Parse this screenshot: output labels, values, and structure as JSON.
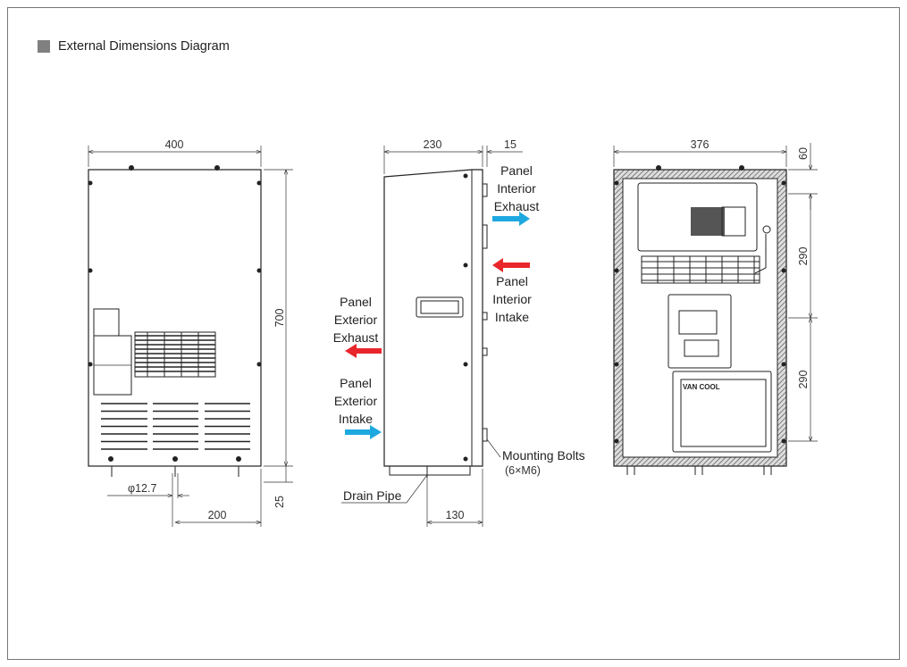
{
  "title": "External Dimensions Diagram",
  "front_view": {
    "width": "400",
    "height": "700",
    "foot": "25",
    "pipe_diameter": "φ12.7",
    "pipe_offset": "200"
  },
  "side_view": {
    "depth": "230",
    "protrusion": "15",
    "pipe_offset": "130",
    "labels": {
      "interior_exhaust": [
        "Panel",
        "Interior",
        "Exhaust"
      ],
      "interior_intake": [
        "Panel",
        "Interior",
        "Intake"
      ],
      "exterior_exhaust": [
        "Panel",
        "Exterior",
        "Exhaust"
      ],
      "exterior_intake": [
        "Panel",
        "Exterior",
        "Intake"
      ],
      "mounting_bolts": "Mounting Bolts",
      "mounting_bolts_spec": "(6×M6)",
      "drain_pipe": "Drain Pipe"
    },
    "colors": {
      "exhaust": "#e8262b",
      "intake": "#1ea8e0",
      "interior_exhaust_arrow": "#1ea8e0",
      "interior_intake_arrow": "#e8262b"
    }
  },
  "rear_view": {
    "width": "376",
    "top": "60",
    "upper_spacing": "290",
    "lower_spacing": "290",
    "nameplate": "VAN COOL"
  }
}
